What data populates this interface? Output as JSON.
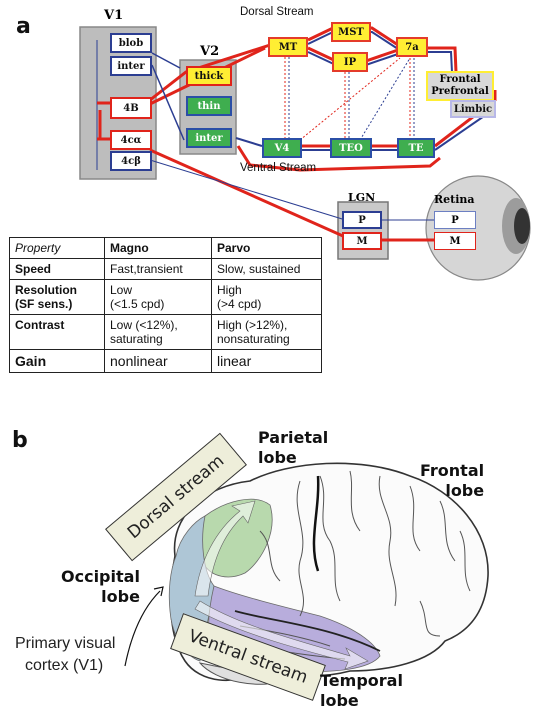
{
  "panel_a": {
    "letter": "a",
    "v1_title": "V1",
    "v1_layers": [
      "blob",
      "inter",
      "4B",
      "4cα",
      "4cβ"
    ],
    "v2_title": "V2",
    "v2_stripes": [
      "thick",
      "thin",
      "inter"
    ],
    "dorsal_stream_label": "Dorsal Stream",
    "ventral_stream_label": "Ventral Stream",
    "dorsal_areas": [
      "MT",
      "MST",
      "IP",
      "7a"
    ],
    "ventral_areas": [
      "V4",
      "TEO",
      "TE"
    ],
    "frontal_lines": [
      "Frontal",
      "Prefrontal"
    ],
    "limbic": "Limbic",
    "lgn_title": "LGN",
    "lgn_layers": [
      "P",
      "M"
    ],
    "retina_title": "Retina",
    "retina_cells": [
      "P",
      "M"
    ],
    "colors": {
      "magno_red": "#e0241b",
      "parvo_blue": "#2c3e92",
      "yellow": "#ffee33",
      "green": "#3fae4f"
    }
  },
  "table": {
    "headers": [
      "Property",
      "Magno",
      "Parvo"
    ],
    "rows": [
      {
        "property": [
          "Speed"
        ],
        "magno": [
          "Fast,transient"
        ],
        "parvo": [
          "Slow, sustained"
        ]
      },
      {
        "property": [
          "Resolution",
          "(SF sens.)"
        ],
        "magno": [
          "Low",
          "(<1.5 cpd)"
        ],
        "parvo": [
          "High",
          "(>4 cpd)"
        ]
      },
      {
        "property": [
          "Contrast"
        ],
        "magno": [
          "Low (<12%),",
          "saturating"
        ],
        "parvo": [
          "High (>12%),",
          "nonsaturating"
        ]
      },
      {
        "property": [
          "Gain"
        ],
        "magno": [
          "nonlinear"
        ],
        "parvo": [
          "linear"
        ]
      }
    ]
  },
  "panel_b": {
    "letter": "b",
    "parietal": [
      "Parietal",
      "lobe"
    ],
    "frontal": [
      "Frontal",
      "lobe"
    ],
    "occipital": [
      "Occipital",
      "lobe"
    ],
    "temporal": [
      "Temporal",
      "lobe"
    ],
    "v1": [
      "Primary visual",
      "cortex (V1)"
    ],
    "dorsal_banner": "Dorsal stream",
    "ventral_banner": "Ventral stream"
  }
}
